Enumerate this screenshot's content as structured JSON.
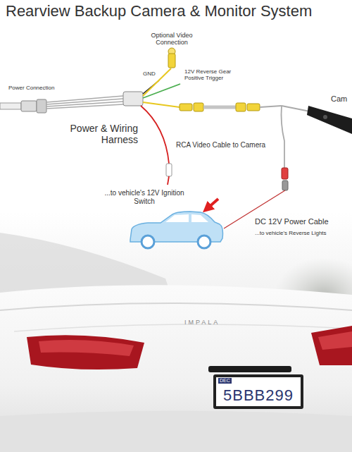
{
  "diagram": {
    "title": "Rearview Backup Camera & Monitor System",
    "nodes": [
      {
        "text": [
          "5BBB299"
        ]
      }
    ],
    "labels": [
      "Optional Video Connection",
      "GND",
      "12V Reverse Gear Positive Trigger",
      "Power Connection",
      "Power & Wiring Harness",
      "RCA Video Cable to Camera",
      "Cam",
      "...to vehicle's 12V Ignition Switch",
      "DC 12V Power Cable",
      "...to vehicle's Reverse Lights",
      "DEC",
      "IMPALA"
    ]
  }
}
